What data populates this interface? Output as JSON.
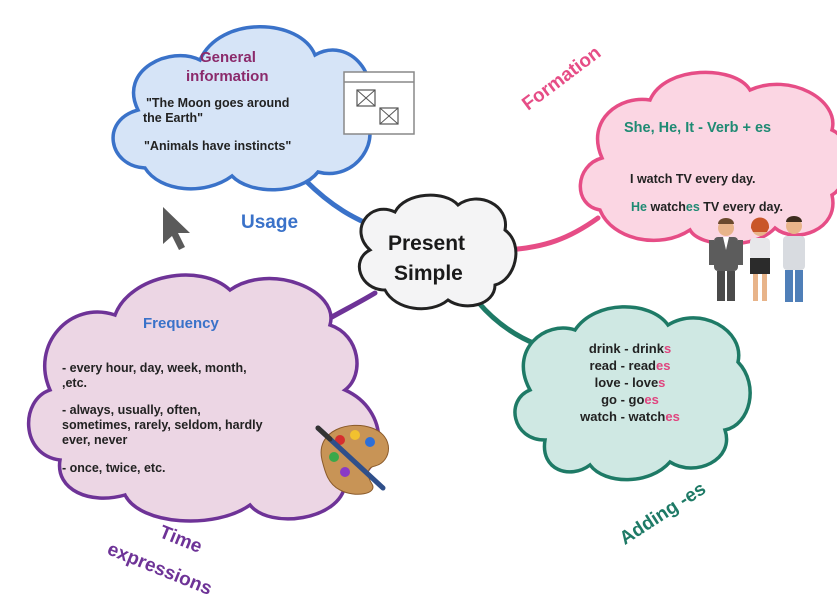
{
  "center": {
    "line1": "Present",
    "line2": "Simple"
  },
  "usage": {
    "label": "Usage",
    "heading_line1": "General",
    "heading_line2": "information",
    "example1_line1": "\"The Moon goes around",
    "example1_line2": "the Earth\"",
    "example2": "\"Animals have instincts\""
  },
  "formation": {
    "label": "Formation",
    "rule_pronouns": "She, He, It",
    "rule_formula": " - Verb + es",
    "example1": "I watch TV every day.",
    "example2": {
      "subject": "He",
      "verb_stem": "watch",
      "verb_suffix": "es",
      "rest": " TV every day."
    }
  },
  "time_expressions": {
    "label_line1": "Time",
    "label_line2": "expressions",
    "heading": "Frequency",
    "group1_line1": "- every hour, day, week, month,",
    "group1_line2": ",etc.",
    "group2_line1": "- always, usually, often,",
    "group2_line2": "sometimes, rarely, seldom, hardly",
    "group2_line3": "ever, never",
    "group3": "- once, twice, etc."
  },
  "adding_es": {
    "label": "Adding -es",
    "pairs": [
      {
        "base": "drink - drink",
        "suffix": "s"
      },
      {
        "base": "read - read",
        "suffix": "es"
      },
      {
        "base": "love - love",
        "suffix": "s"
      },
      {
        "base": "go - go",
        "suffix": "es"
      },
      {
        "base": "watch - watch",
        "suffix": "es"
      }
    ]
  },
  "colors": {
    "usage_line": "#3a72c9",
    "usage_fill": "#d6e4f7",
    "usage_heading": "#8b2a6b",
    "formation_line": "#e64d86",
    "formation_fill": "#fbd6e3",
    "formation_text": "#1f8a73",
    "time_line": "#6e3397",
    "time_fill": "#ecd6e4",
    "time_heading": "#3a72c9",
    "adding_line": "#1e7a66",
    "adding_fill": "#cfe8e3",
    "highlight": "#e0457f"
  },
  "icons": [
    "image-placeholder-icon",
    "mouse-pointer-icon",
    "people-icon",
    "paint-palette-icon"
  ]
}
